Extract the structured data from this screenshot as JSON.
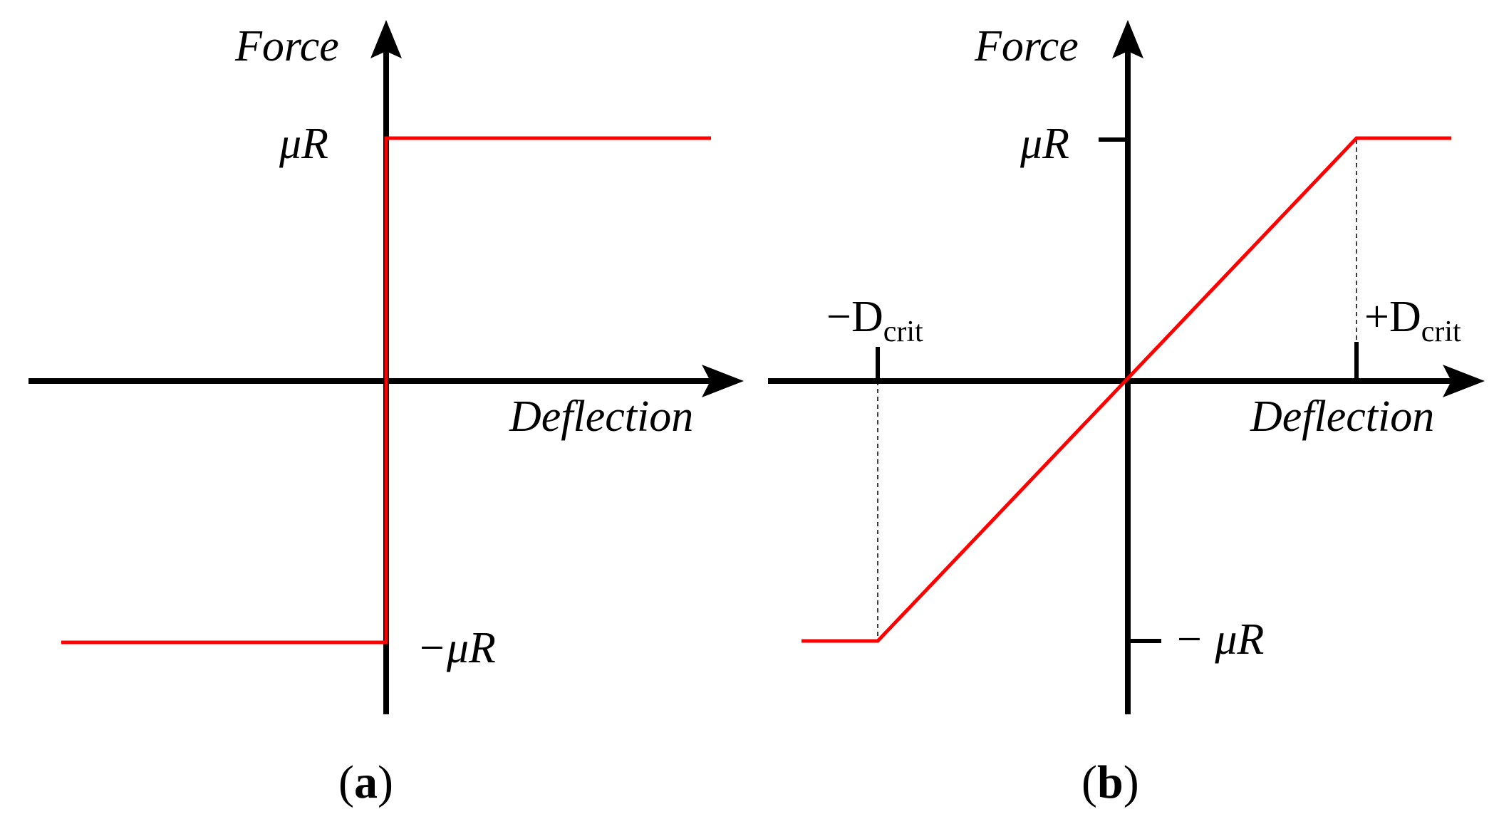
{
  "panels": [
    {
      "id": "a",
      "label_open": "(",
      "label_letter": "a",
      "label_close": ")",
      "y_axis_label": "Force",
      "x_axis_label": "Deflection",
      "upper_level_label": "μR",
      "lower_level_label": "−μR",
      "curve_color": "#ff0000",
      "description_points": [
        [
          -1,
          -1
        ],
        [
          0,
          -1
        ],
        [
          0,
          1
        ],
        [
          1,
          1
        ]
      ]
    },
    {
      "id": "b",
      "label_open": "(",
      "label_letter": "b",
      "label_close": ")",
      "y_axis_label": "Force",
      "x_axis_label": "Deflection",
      "upper_level_label": "μR",
      "lower_level_label": "− μR",
      "neg_tick_label_main": "−D",
      "neg_tick_label_sub": "crit",
      "pos_tick_label_main": "+D",
      "pos_tick_label_sub": "crit",
      "curve_color": "#ff0000",
      "description_points": [
        [
          -1.3,
          -1
        ],
        [
          -1,
          -1
        ],
        [
          1,
          1
        ],
        [
          1.3,
          1
        ]
      ]
    }
  ]
}
